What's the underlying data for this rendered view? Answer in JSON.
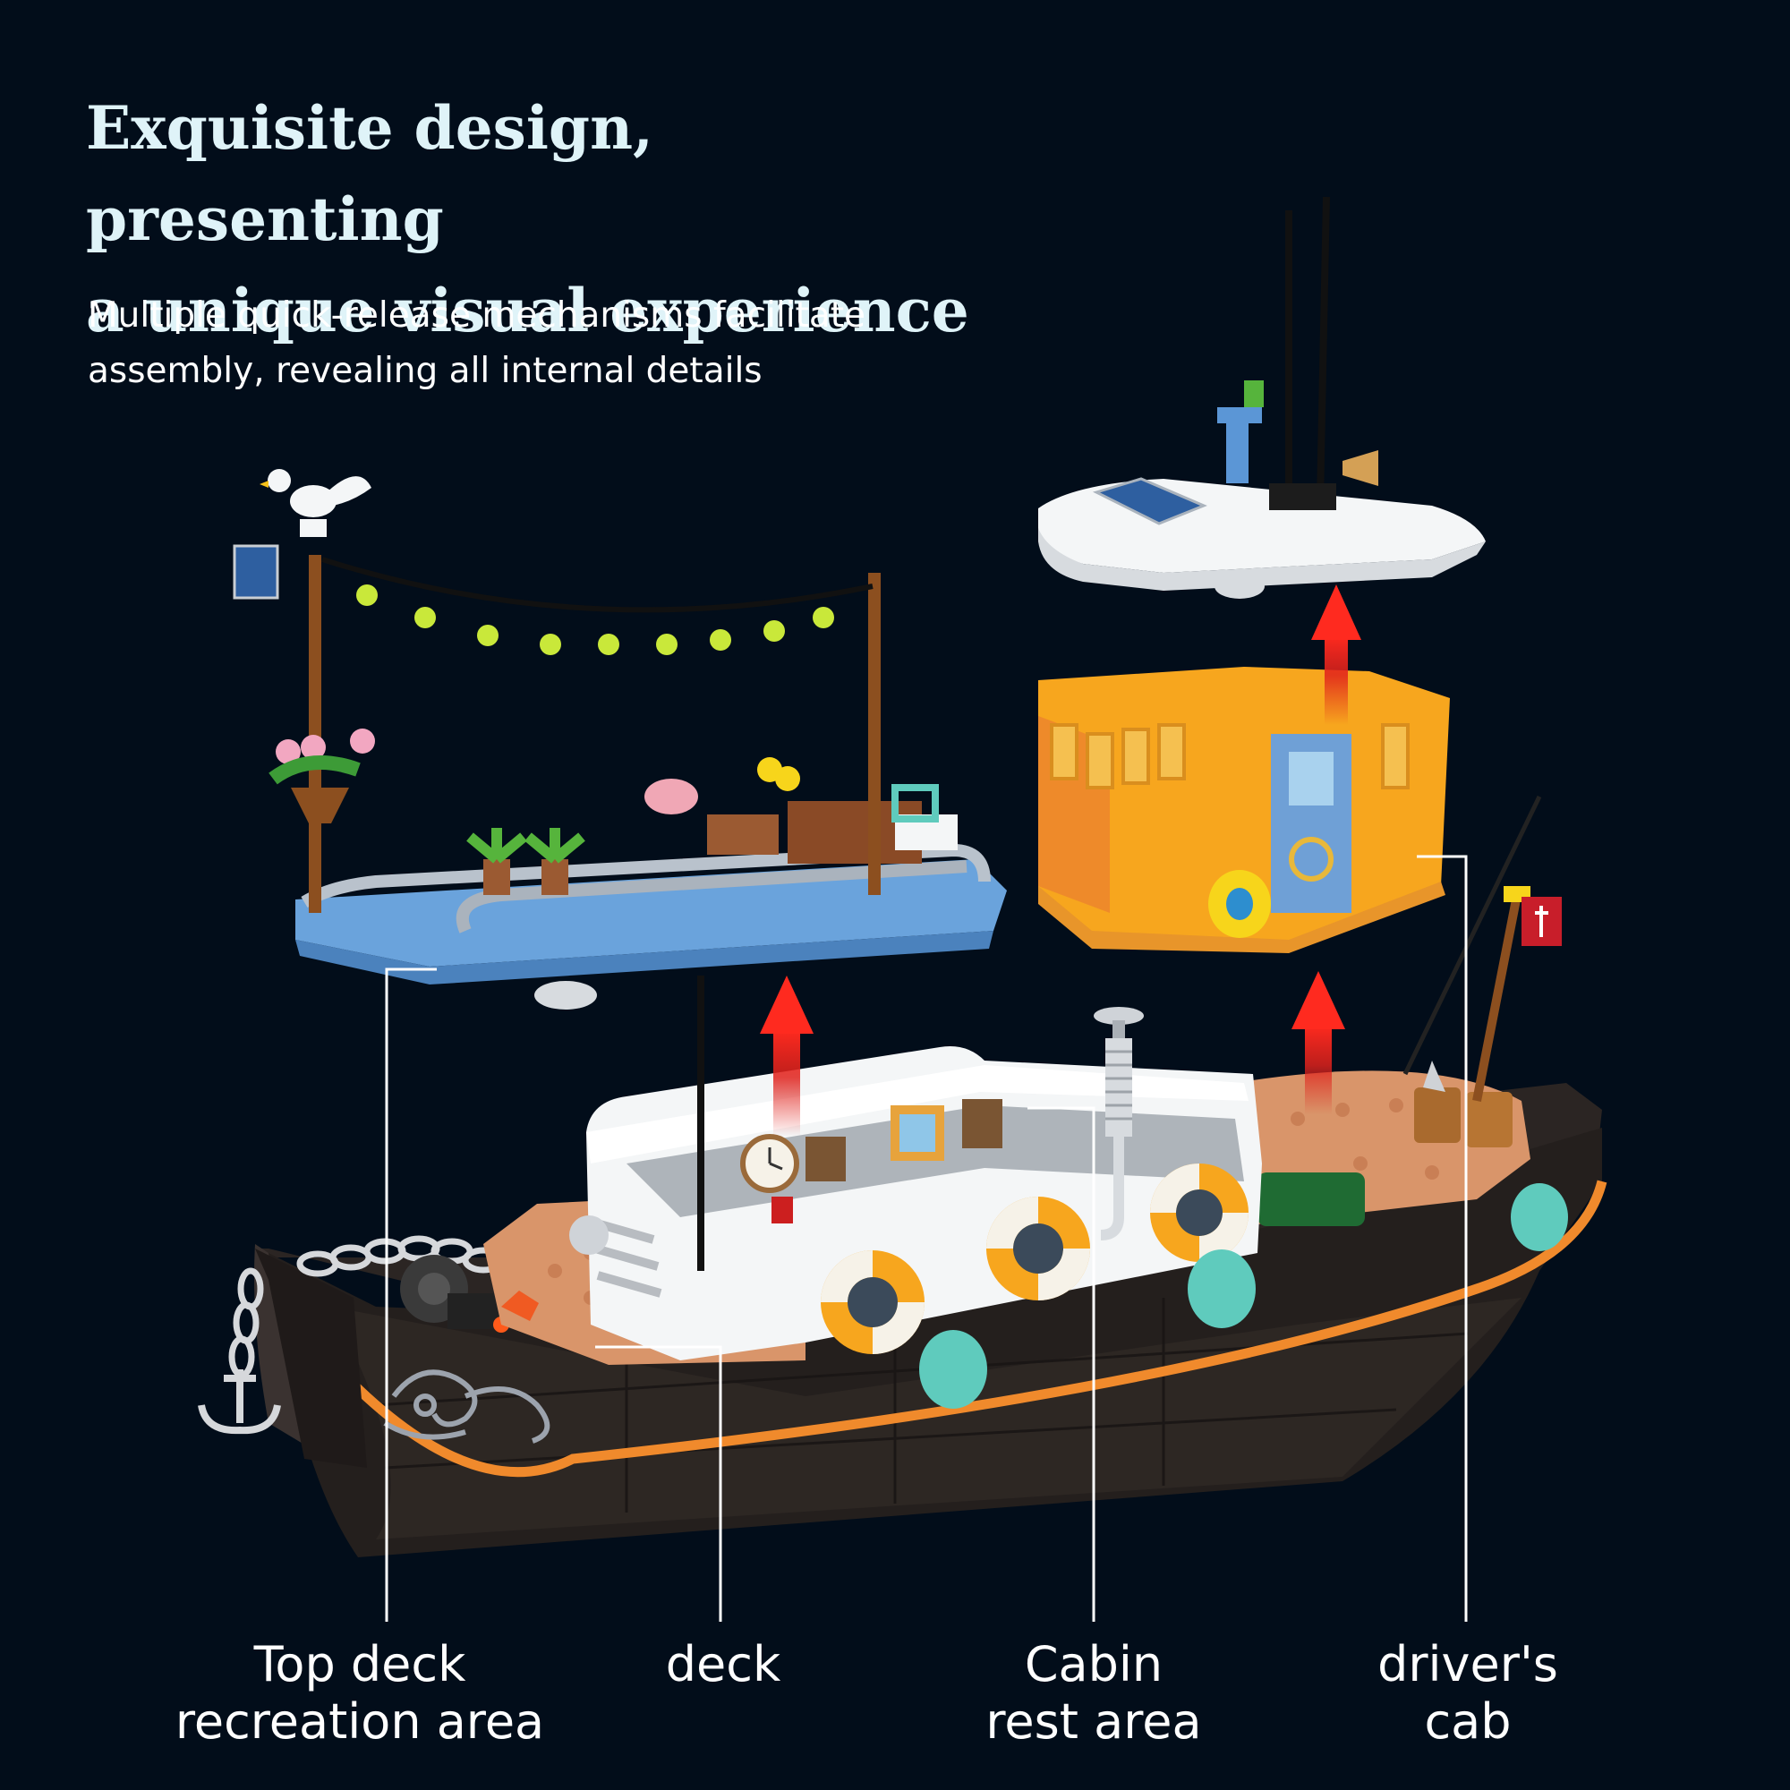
{
  "headline": {
    "line1": "Exquisite design, presenting",
    "line2": "a unique visual experience"
  },
  "subheadline": {
    "line1": "Multiple quick-release mechanisms facilitate",
    "line2": "assembly, revealing all internal details"
  },
  "callouts": [
    {
      "line1": "Top deck",
      "line2": "recreation area"
    },
    {
      "line1": "deck"
    },
    {
      "line1": "Cabin",
      "line2": "rest area"
    },
    {
      "line1": "driver's",
      "line2": "cab"
    }
  ],
  "colors": {
    "background": "#020d1a",
    "headline": "#dff3f8",
    "hull": "#2b2523",
    "hull_stripe": "#f08a2c",
    "deck": "#d9956a",
    "cabin_white": "#f4f6f7",
    "cab_orange": "#f7a61e",
    "top_deck_blue": "#6aa3dc",
    "arrow": "#e0221c"
  }
}
